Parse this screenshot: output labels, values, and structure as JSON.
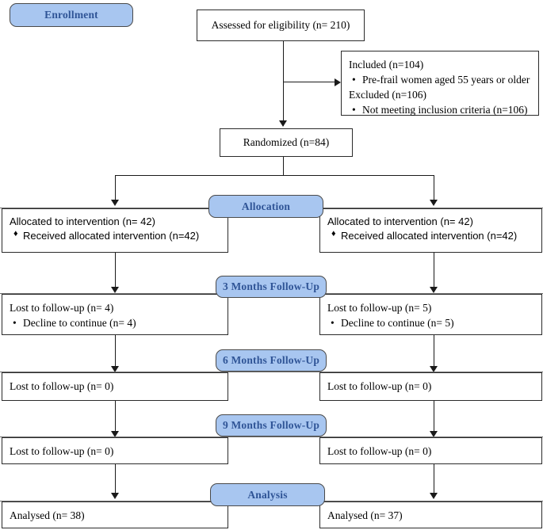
{
  "diagram": {
    "title": "CONSORT participant flow diagram",
    "accent_color": "#a8c6f0",
    "badge_text_color": "#2f5496",
    "border_color": "#2b2b2b"
  },
  "stages": {
    "enrollment": "Enrollment",
    "allocation": "Allocation",
    "followup_3m": "3 Months Follow-Up",
    "followup_6m": "6 Months Follow-Up",
    "followup_9m": "9 Months Follow-Up",
    "analysis": "Analysis"
  },
  "enrollment": {
    "assessed": "Assessed for eligibility (n= 210)",
    "included_heading": "Included (n=104)",
    "included_bullet": "Pre-frail women aged 55 years or older",
    "excluded_heading": "Excluded (n=106)",
    "excluded_bullet": "Not meeting inclusion criteria (n=106)",
    "randomized": "Randomized (n=84)"
  },
  "allocation": {
    "left": {
      "line1": "Allocated to intervention (n= 42)",
      "bullet1": "Received allocated intervention (n=42)"
    },
    "right": {
      "line1": "Allocated to intervention (n= 42)",
      "bullet1": "Received allocated intervention (n=42)"
    }
  },
  "followup_3m": {
    "left": {
      "line1": "Lost to follow-up (n= 4)",
      "bullet1": "Decline to continue (n= 4)"
    },
    "right": {
      "line1": "Lost to follow-up (n= 5)",
      "bullet1": "Decline to continue (n= 5)"
    }
  },
  "followup_6m": {
    "left": {
      "line1": "Lost to follow-up (n= 0)"
    },
    "right": {
      "line1": "Lost to follow-up (n= 0)"
    }
  },
  "followup_9m": {
    "left": {
      "line1": "Lost to follow-up (n= 0)"
    },
    "right": {
      "line1": "Lost to follow-up (n= 0)"
    }
  },
  "analysis": {
    "left": {
      "line1": "Analysed (n= 38)"
    },
    "right": {
      "line1": "Analysed (n= 37)"
    }
  },
  "symbols": {
    "round_bullet": "•",
    "diamond_bullet": "♦"
  }
}
